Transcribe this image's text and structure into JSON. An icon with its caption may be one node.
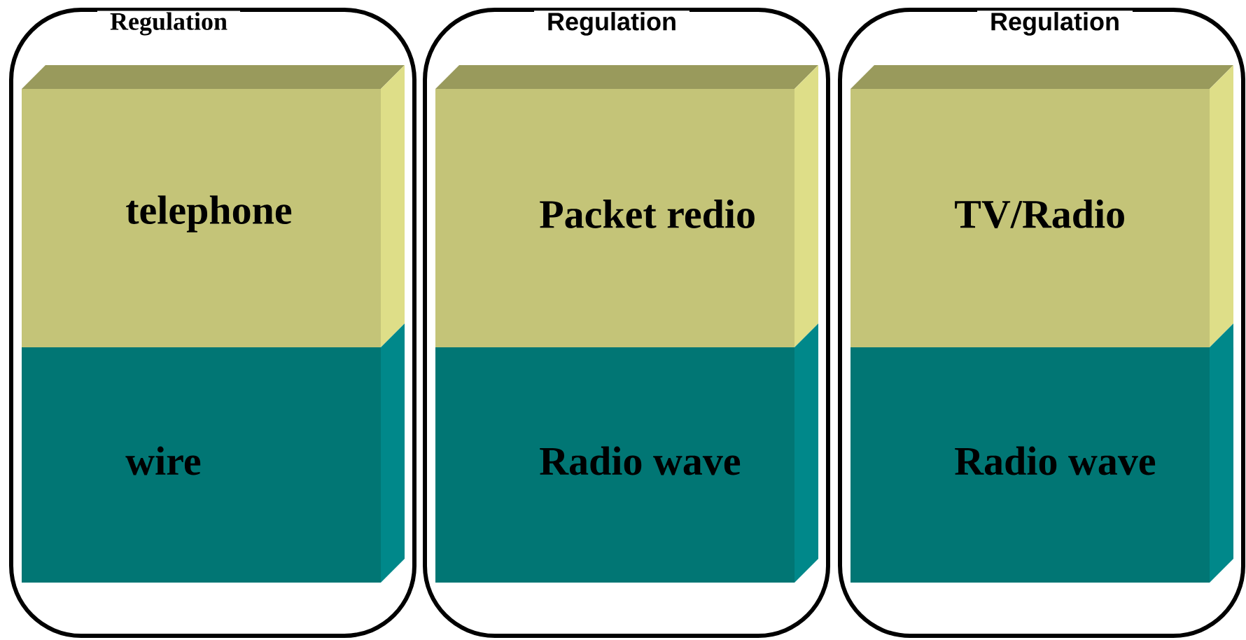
{
  "diagram": {
    "nodes": [
      {
        "text": [
          "Regulation"
        ]
      },
      {
        "text": [
          "telephone"
        ],
        "in": 0
      },
      {
        "text": [
          "wire"
        ],
        "in": 0
      },
      {
        "text": [
          "Regulation"
        ]
      },
      {
        "text": [
          "Packet redio"
        ],
        "in": 3
      },
      {
        "text": [
          "Radio wave"
        ],
        "in": 3
      },
      {
        "text": [
          "Regulation"
        ]
      },
      {
        "text": [
          "TV/Radio"
        ],
        "in": 6
      },
      {
        "text": [
          "Radio wave"
        ],
        "in": 6
      }
    ]
  }
}
